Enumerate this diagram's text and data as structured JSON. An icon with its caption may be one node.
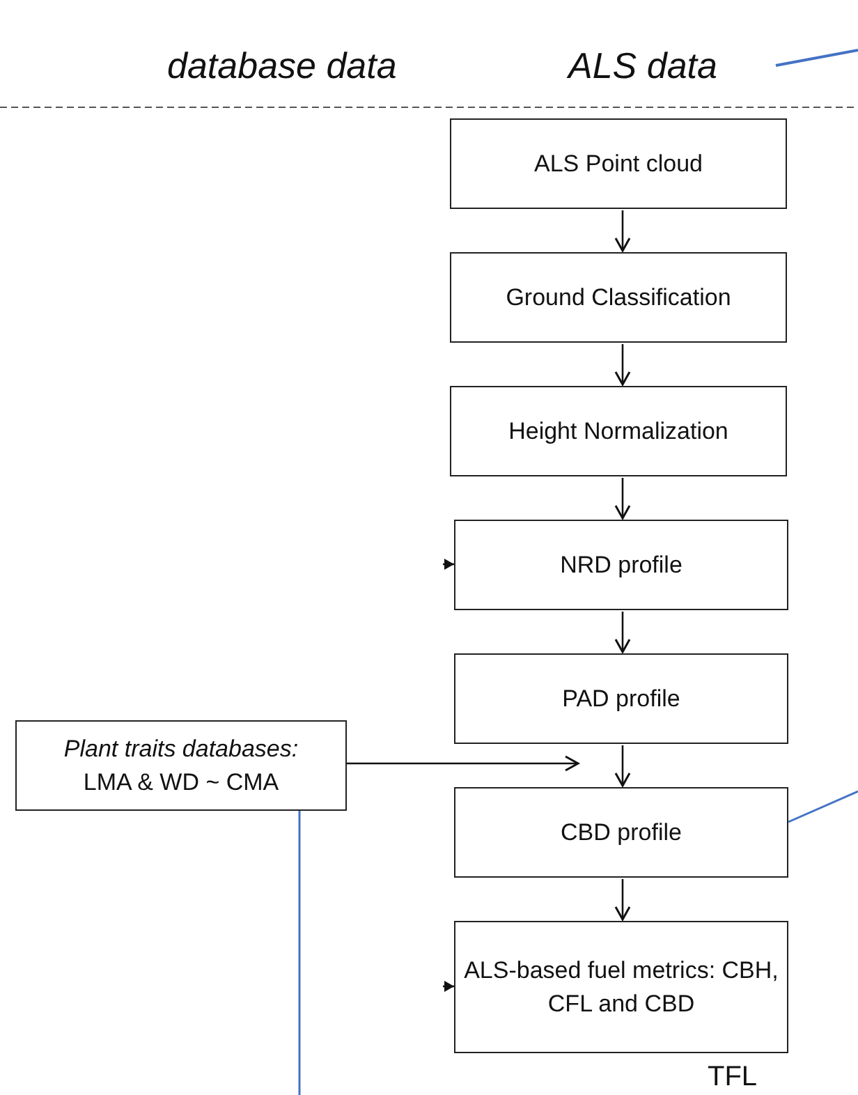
{
  "diagram": {
    "nodes": [
      {
        "text": [
          "ALS Point cloud"
        ]
      },
      {
        "text": [
          "Ground Classification"
        ]
      },
      {
        "text": [
          "Height Normalization"
        ]
      },
      {
        "text": [
          "NRD profile"
        ]
      },
      {
        "text": [
          "PAD profile"
        ]
      },
      {
        "text": [
          "CBD profile"
        ]
      },
      {
        "text": [
          "ALS-based fuel metrics: CBH, CFL and CBD"
        ]
      },
      {
        "text": [
          "Plant traits databases:",
          "LMA & WD ~ CMA"
        ]
      }
    ],
    "edges": [
      {
        "from": 0,
        "to": 1,
        "arrow": "to"
      },
      {
        "from": 1,
        "to": 2,
        "arrow": "to"
      },
      {
        "from": 2,
        "to": 3,
        "arrow": "to"
      },
      {
        "from": 3,
        "to": 4,
        "arrow": "to"
      },
      {
        "from": 4,
        "to": 5,
        "arrow": "to"
      },
      {
        "from": 5,
        "to": 6,
        "arrow": "to"
      },
      {
        "from": 7,
        "to": 5,
        "arrow": "to"
      },
      {
        "from": null,
        "to": 3,
        "arrow": "to"
      },
      {
        "from": null,
        "to": 6,
        "arrow": "to"
      },
      {
        "from": 7,
        "to": null,
        "arrow": "none",
        "color": "#4472c4"
      },
      {
        "from": 5,
        "to": null,
        "arrow": "none",
        "color": "#4472c4"
      }
    ],
    "labels": [
      "database data",
      "ALS data",
      "TFL"
    ]
  }
}
